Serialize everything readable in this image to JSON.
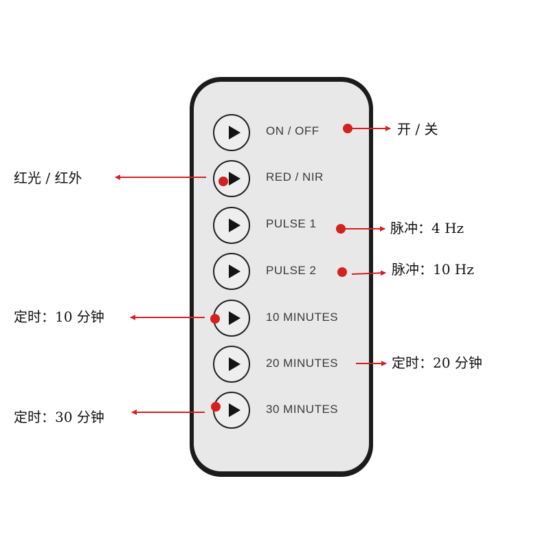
{
  "remote": {
    "buttons": [
      {
        "label": "ON / OFF"
      },
      {
        "label": "RED / NIR"
      },
      {
        "label": "PULSE 1"
      },
      {
        "label": "PULSE 2"
      },
      {
        "label": "10 MINUTES"
      },
      {
        "label": "20 MINUTES"
      },
      {
        "label": "30 MINUTES"
      }
    ]
  },
  "callouts": {
    "on_off": "开 / 关",
    "red_nir": "红光 / 红外",
    "pulse1": "脉冲：4 Hz",
    "pulse2": "脉冲：10 Hz",
    "min10": "定时：10 分钟",
    "min20": "定时：20 分钟",
    "min30": "定时：30 分钟"
  },
  "colors": {
    "marker": "#d42020",
    "remote_body": "#1b1b1b",
    "remote_face": "#e8e8e8"
  }
}
